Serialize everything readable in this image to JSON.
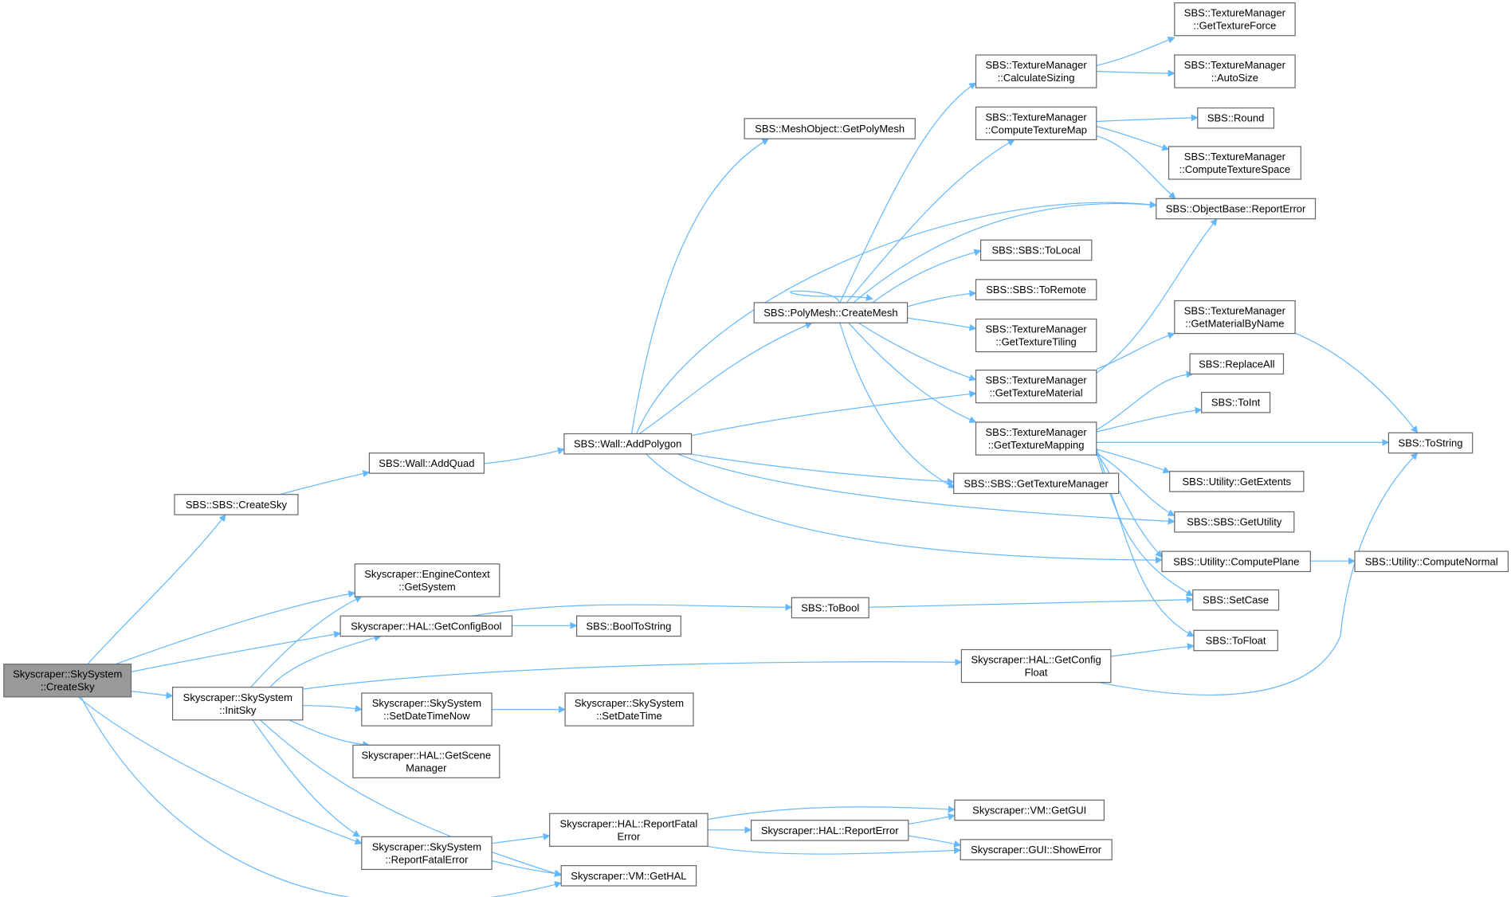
{
  "colors": {
    "edge": "#63b8ff",
    "node_fill": "#ffffff",
    "node_border": "#666666",
    "root_fill": "#999999",
    "root_border": "#666666",
    "text": "#000000"
  },
  "nodes": [
    {
      "id": "n_root",
      "lines": [
        "Skyscraper::SkySystem",
        "::CreateSky"
      ],
      "root": true
    },
    {
      "id": "n_sbs_createsky",
      "lines": [
        "SBS::SBS::CreateSky"
      ]
    },
    {
      "id": "n_engine_getsystem",
      "lines": [
        "Skyscraper::EngineContext",
        "::GetSystem"
      ]
    },
    {
      "id": "n_hal_getconfigbool",
      "lines": [
        "Skyscraper::HAL::GetConfigBool"
      ]
    },
    {
      "id": "n_initsky",
      "lines": [
        "Skyscraper::SkySystem",
        "::InitSky"
      ]
    },
    {
      "id": "n_reportfatalerror_sky",
      "lines": [
        "Skyscraper::SkySystem",
        "::ReportFatalError"
      ]
    },
    {
      "id": "n_vm_gethal",
      "lines": [
        "Skyscraper::VM::GetHAL"
      ]
    },
    {
      "id": "n_wall_addquad",
      "lines": [
        "SBS::Wall::AddQuad"
      ]
    },
    {
      "id": "n_wall_addpolygon",
      "lines": [
        "SBS::Wall::AddPolygon"
      ]
    },
    {
      "id": "n_meshobject_getpolymesh",
      "lines": [
        "SBS::MeshObject::GetPolyMesh"
      ]
    },
    {
      "id": "n_polymesh_createmesh",
      "lines": [
        "SBS::PolyMesh::CreateMesh"
      ]
    },
    {
      "id": "n_tm_calculatesizing",
      "lines": [
        "SBS::TextureManager",
        "::CalculateSizing"
      ]
    },
    {
      "id": "n_tm_computetexturemap",
      "lines": [
        "SBS::TextureManager",
        "::ComputeTextureMap"
      ]
    },
    {
      "id": "n_sbs_tolocal",
      "lines": [
        "SBS::SBS::ToLocal"
      ]
    },
    {
      "id": "n_sbs_toremote",
      "lines": [
        "SBS::SBS::ToRemote"
      ]
    },
    {
      "id": "n_tm_gettexturetiling",
      "lines": [
        "SBS::TextureManager",
        "::GetTextureTiling"
      ]
    },
    {
      "id": "n_tm_gettexturematerial",
      "lines": [
        "SBS::TextureManager",
        "::GetTextureMaterial"
      ]
    },
    {
      "id": "n_tm_gettexturemapping",
      "lines": [
        "SBS::TextureManager",
        "::GetTextureMapping"
      ]
    },
    {
      "id": "n_sbs_gettexturemanager",
      "lines": [
        "SBS::SBS::GetTextureManager"
      ]
    },
    {
      "id": "n_tm_gettextureforce",
      "lines": [
        "SBS::TextureManager",
        "::GetTextureForce"
      ]
    },
    {
      "id": "n_tm_autosize",
      "lines": [
        "SBS::TextureManager",
        "::AutoSize"
      ]
    },
    {
      "id": "n_sbs_round",
      "lines": [
        "SBS::Round"
      ]
    },
    {
      "id": "n_tm_computetexturespace",
      "lines": [
        "SBS::TextureManager",
        "::ComputeTextureSpace"
      ]
    },
    {
      "id": "n_objectbase_reporterror",
      "lines": [
        "SBS::ObjectBase::ReportError"
      ]
    },
    {
      "id": "n_tm_getmaterialbyname",
      "lines": [
        "SBS::TextureManager",
        "::GetMaterialByName"
      ]
    },
    {
      "id": "n_sbs_replaceall",
      "lines": [
        "SBS::ReplaceAll"
      ]
    },
    {
      "id": "n_sbs_toint",
      "lines": [
        "SBS::ToInt"
      ]
    },
    {
      "id": "n_sbs_tostring",
      "lines": [
        "SBS::ToString"
      ]
    },
    {
      "id": "n_utility_getextents",
      "lines": [
        "SBS::Utility::GetExtents"
      ]
    },
    {
      "id": "n_sbs_getutility",
      "lines": [
        "SBS::SBS::GetUtility"
      ]
    },
    {
      "id": "n_utility_computeplane",
      "lines": [
        "SBS::Utility::ComputePlane"
      ]
    },
    {
      "id": "n_utility_computenormal",
      "lines": [
        "SBS::Utility::ComputeNormal"
      ]
    },
    {
      "id": "n_sbs_setcase",
      "lines": [
        "SBS::SetCase"
      ]
    },
    {
      "id": "n_sbs_tofloat",
      "lines": [
        "SBS::ToFloat"
      ]
    },
    {
      "id": "n_sbs_tobool",
      "lines": [
        "SBS::ToBool"
      ]
    },
    {
      "id": "n_sbs_booltostring",
      "lines": [
        "SBS::BoolToString"
      ]
    },
    {
      "id": "n_hal_getconfigfloat",
      "lines": [
        "Skyscraper::HAL::GetConfig",
        "Float"
      ]
    },
    {
      "id": "n_sky_setdatetimenow",
      "lines": [
        "Skyscraper::SkySystem",
        "::SetDateTimeNow"
      ]
    },
    {
      "id": "n_sky_setdatetime",
      "lines": [
        "Skyscraper::SkySystem",
        "::SetDateTime"
      ]
    },
    {
      "id": "n_hal_getscenemanager",
      "lines": [
        "Skyscraper::HAL::GetScene",
        "Manager"
      ]
    },
    {
      "id": "n_hal_reportfatalerror",
      "lines": [
        "Skyscraper::HAL::ReportFatal",
        "Error"
      ]
    },
    {
      "id": "n_hal_reporterror",
      "lines": [
        "Skyscraper::HAL::ReportError"
      ]
    },
    {
      "id": "n_vm_getgui",
      "lines": [
        "Skyscraper::VM::GetGUI"
      ]
    },
    {
      "id": "n_gui_showerror",
      "lines": [
        "Skyscraper::GUI::ShowError"
      ]
    }
  ]
}
